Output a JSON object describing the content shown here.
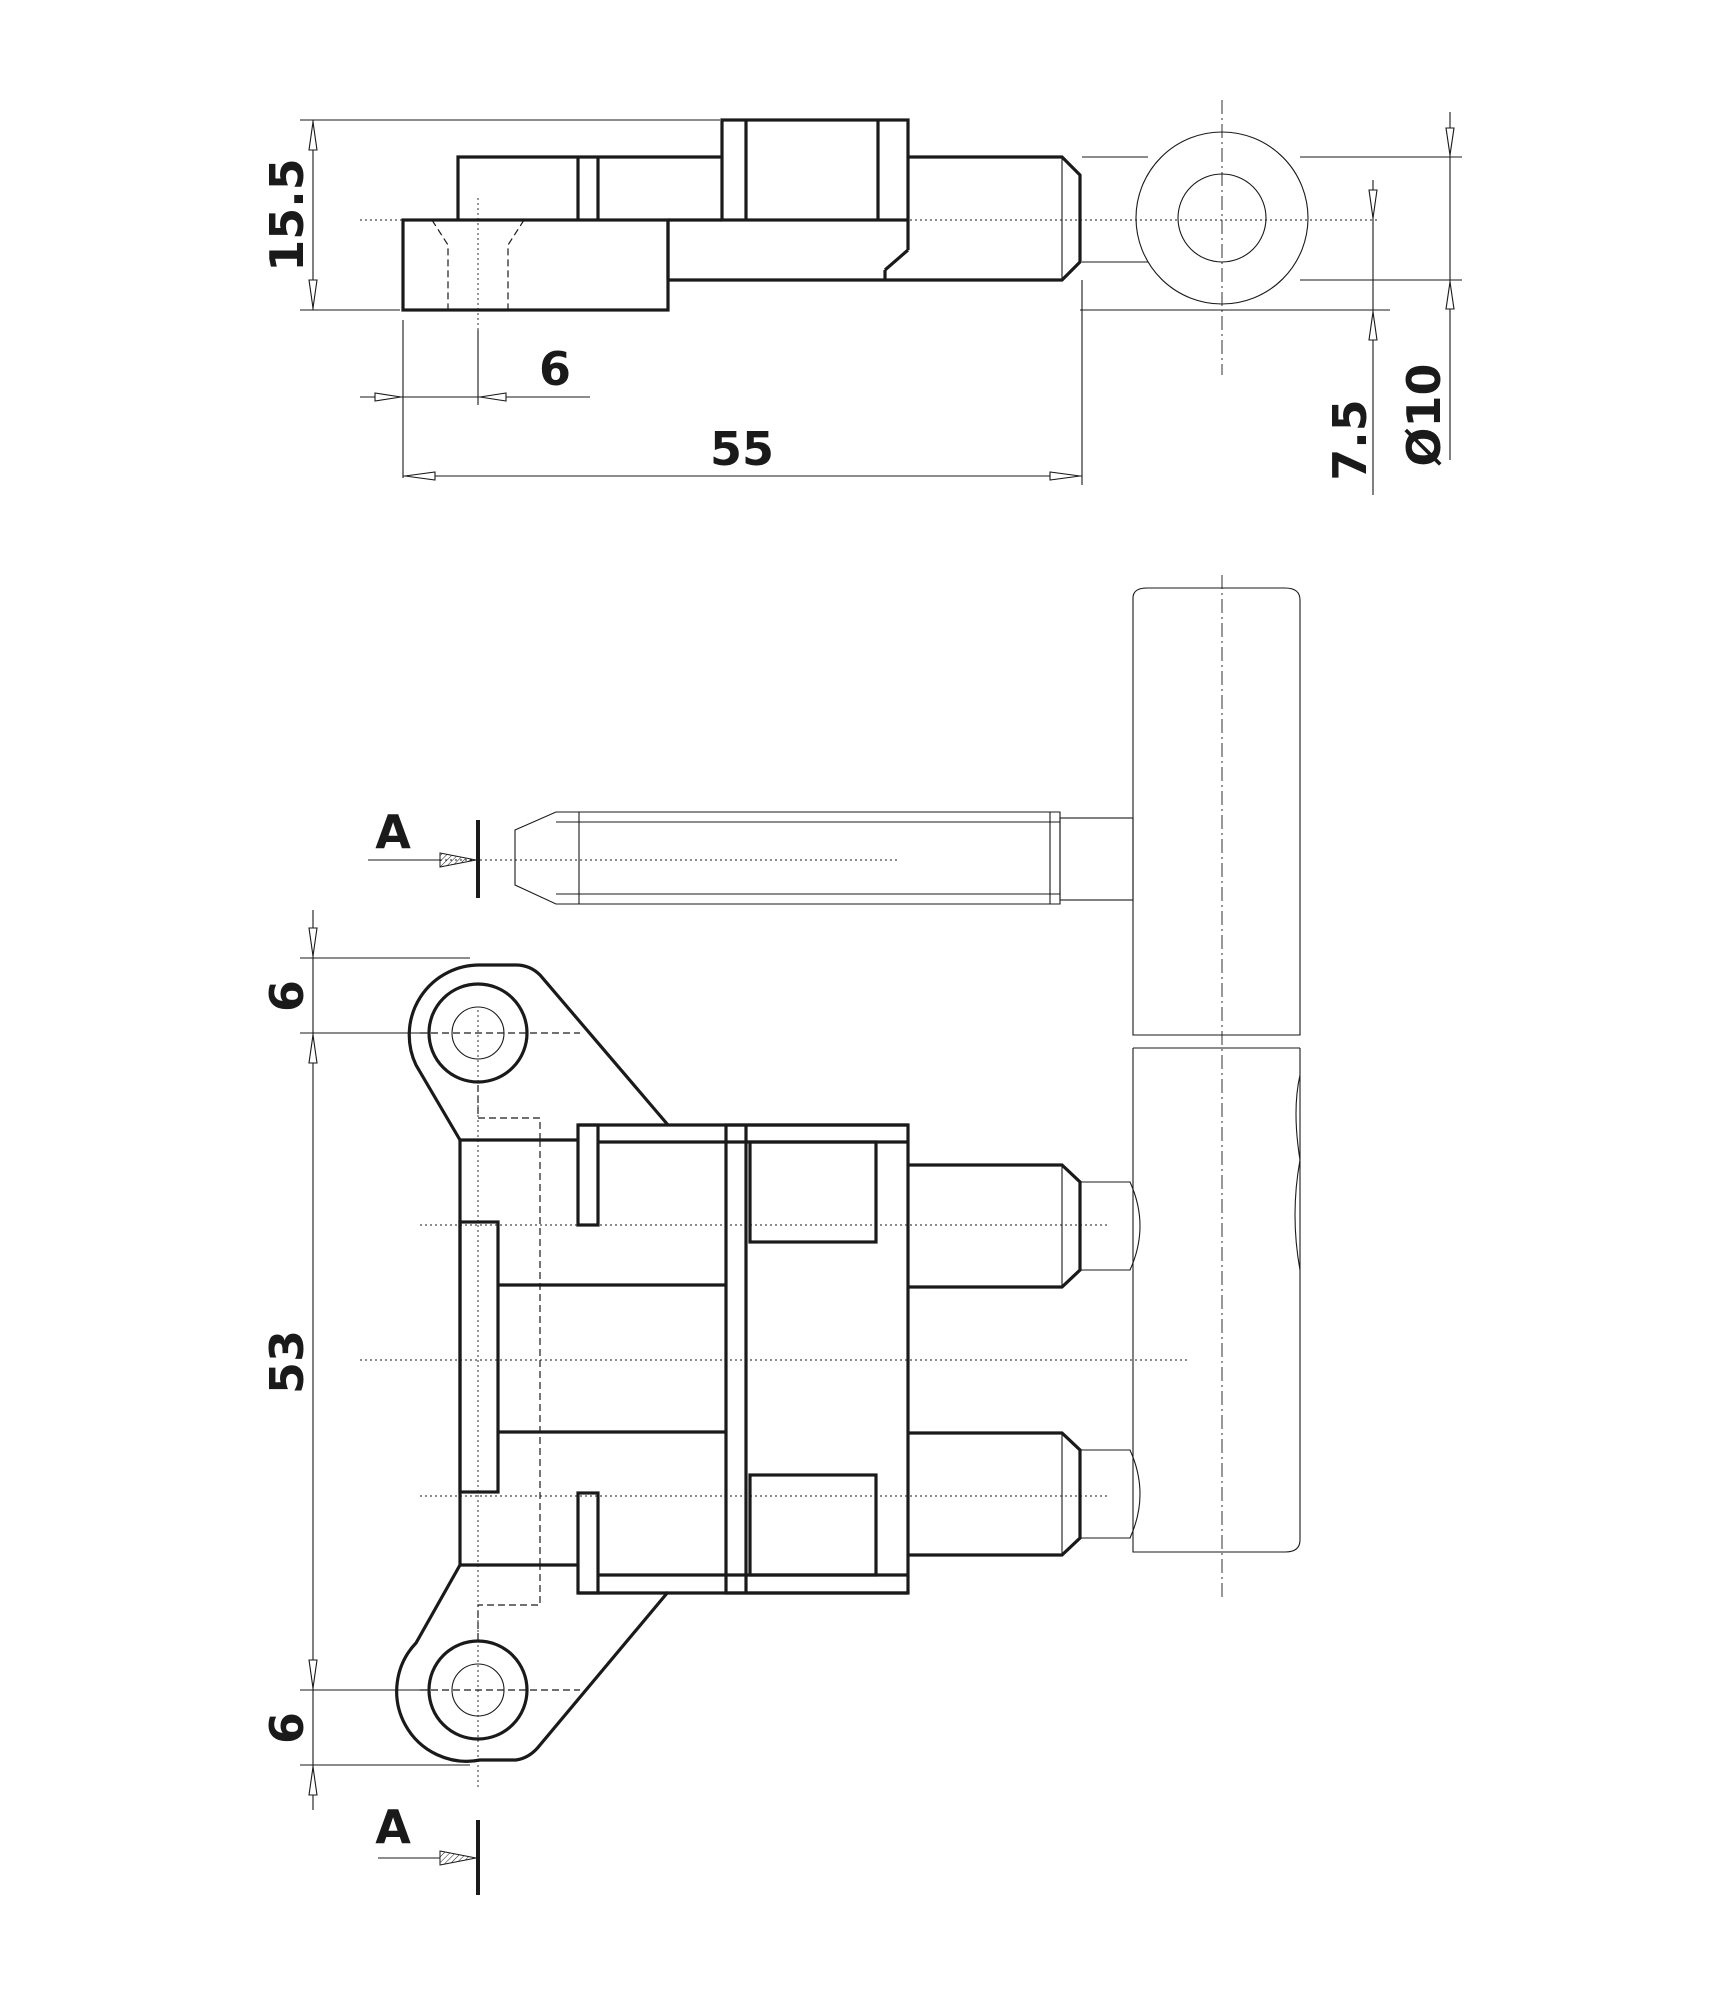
{
  "dimensions": {
    "height_total": "15.5",
    "offset_hole": "6",
    "length_total": "55",
    "pin_offset": "7.5",
    "pin_diameter": "Ø10",
    "hole_top": "6",
    "hole_spacing": "53",
    "hole_bottom": "6"
  },
  "section": {
    "top_label": "A",
    "bottom_label": "A"
  }
}
